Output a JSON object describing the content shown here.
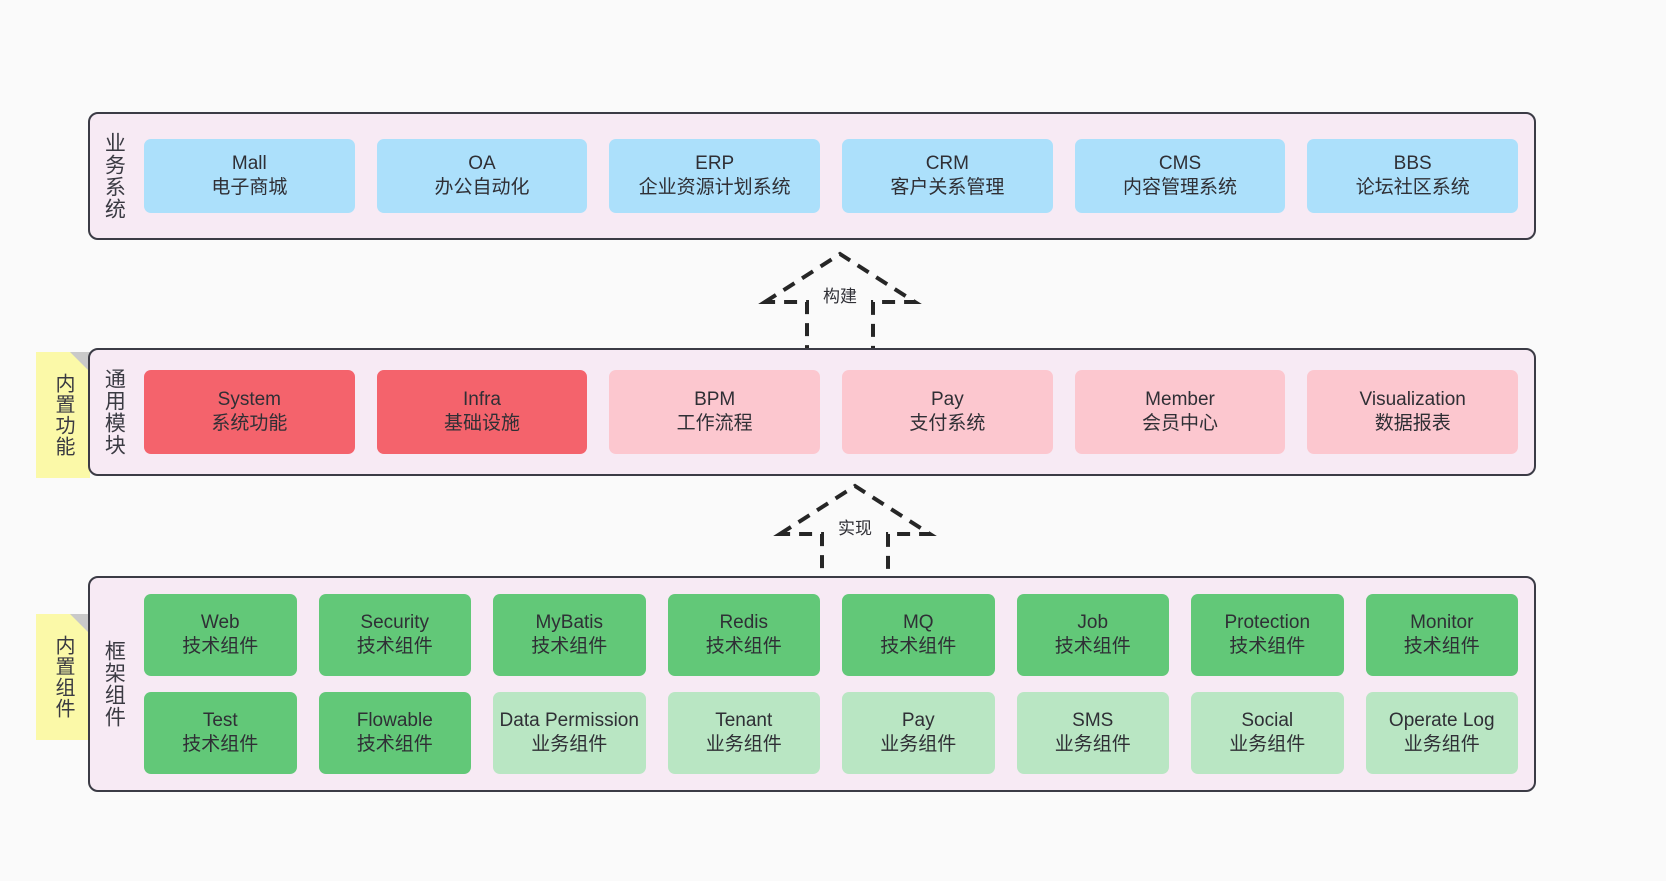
{
  "diagram": {
    "background_color": "#fafafa",
    "band_color": "#f7eaf4",
    "band_border_color": "#3b3b45",
    "note_color": "#fbf9a8"
  },
  "layers": [
    {
      "id": "business",
      "title": "业务系统",
      "rows": [
        {
          "cards": [
            {
              "title": "Mall",
              "sub": "电子商城",
              "color": "#ace0fb",
              "style": "c-blue"
            },
            {
              "title": "OA",
              "sub": "办公自动化",
              "color": "#ace0fb",
              "style": "c-blue"
            },
            {
              "title": "ERP",
              "sub": "企业资源计划系统",
              "color": "#ace0fb",
              "style": "c-blue"
            },
            {
              "title": "CRM",
              "sub": "客户关系管理",
              "color": "#ace0fb",
              "style": "c-blue"
            },
            {
              "title": "CMS",
              "sub": "内容管理系统",
              "color": "#ace0fb",
              "style": "c-blue"
            },
            {
              "title": "BBS",
              "sub": "论坛社区系统",
              "color": "#ace0fb",
              "style": "c-blue"
            }
          ]
        }
      ]
    },
    {
      "id": "common",
      "title": "通用模块",
      "note": "内置功能",
      "rows": [
        {
          "cards": [
            {
              "title": "System",
              "sub": "系统功能",
              "color": "#f4636c",
              "style": "c-red"
            },
            {
              "title": "Infra",
              "sub": "基础设施",
              "color": "#f4636c",
              "style": "c-red"
            },
            {
              "title": "BPM",
              "sub": "工作流程",
              "color": "#fcc7cf",
              "style": "c-pink"
            },
            {
              "title": "Pay",
              "sub": "支付系统",
              "color": "#fcc7cf",
              "style": "c-pink"
            },
            {
              "title": "Member",
              "sub": "会员中心",
              "color": "#fcc7cf",
              "style": "c-pink"
            },
            {
              "title": "Visualization",
              "sub": "数据报表",
              "color": "#fcc7cf",
              "style": "c-pink"
            }
          ]
        }
      ]
    },
    {
      "id": "framework",
      "title": "框架组件",
      "note": "内置组件",
      "rows": [
        {
          "cards": [
            {
              "title": "Web",
              "sub": "技术组件",
              "color": "#62c878",
              "style": "c-green"
            },
            {
              "title": "Security",
              "sub": "技术组件",
              "color": "#62c878",
              "style": "c-green"
            },
            {
              "title": "MyBatis",
              "sub": "技术组件",
              "color": "#62c878",
              "style": "c-green"
            },
            {
              "title": "Redis",
              "sub": "技术组件",
              "color": "#62c878",
              "style": "c-green"
            },
            {
              "title": "MQ",
              "sub": "技术组件",
              "color": "#62c878",
              "style": "c-green"
            },
            {
              "title": "Job",
              "sub": "技术组件",
              "color": "#62c878",
              "style": "c-green"
            },
            {
              "title": "Protection",
              "sub": "技术组件",
              "color": "#62c878",
              "style": "c-green"
            },
            {
              "title": "Monitor",
              "sub": "技术组件",
              "color": "#62c878",
              "style": "c-green"
            }
          ]
        },
        {
          "cards": [
            {
              "title": "Test",
              "sub": "技术组件",
              "color": "#62c878",
              "style": "c-green"
            },
            {
              "title": "Flowable",
              "sub": "技术组件",
              "color": "#62c878",
              "style": "c-green"
            },
            {
              "title": "Data Permission",
              "sub": "业务组件",
              "color": "#b9e6c3",
              "style": "c-lightgreen",
              "wrap": true
            },
            {
              "title": "Tenant",
              "sub": "业务组件",
              "color": "#b9e6c3",
              "style": "c-lightgreen"
            },
            {
              "title": "Pay",
              "sub": "业务组件",
              "color": "#b9e6c3",
              "style": "c-lightgreen"
            },
            {
              "title": "SMS",
              "sub": "业务组件",
              "color": "#b9e6c3",
              "style": "c-lightgreen"
            },
            {
              "title": "Social",
              "sub": "业务组件",
              "color": "#b9e6c3",
              "style": "c-lightgreen"
            },
            {
              "title": "Operate Log",
              "sub": "业务组件",
              "color": "#b9e6c3",
              "style": "c-lightgreen"
            }
          ]
        }
      ]
    }
  ],
  "connectors": [
    {
      "id": "build",
      "label": "构建",
      "from": "common",
      "to": "business",
      "style": "dashed-generalization"
    },
    {
      "id": "impl",
      "label": "实现",
      "from": "framework",
      "to": "common",
      "style": "dashed-generalization"
    }
  ]
}
